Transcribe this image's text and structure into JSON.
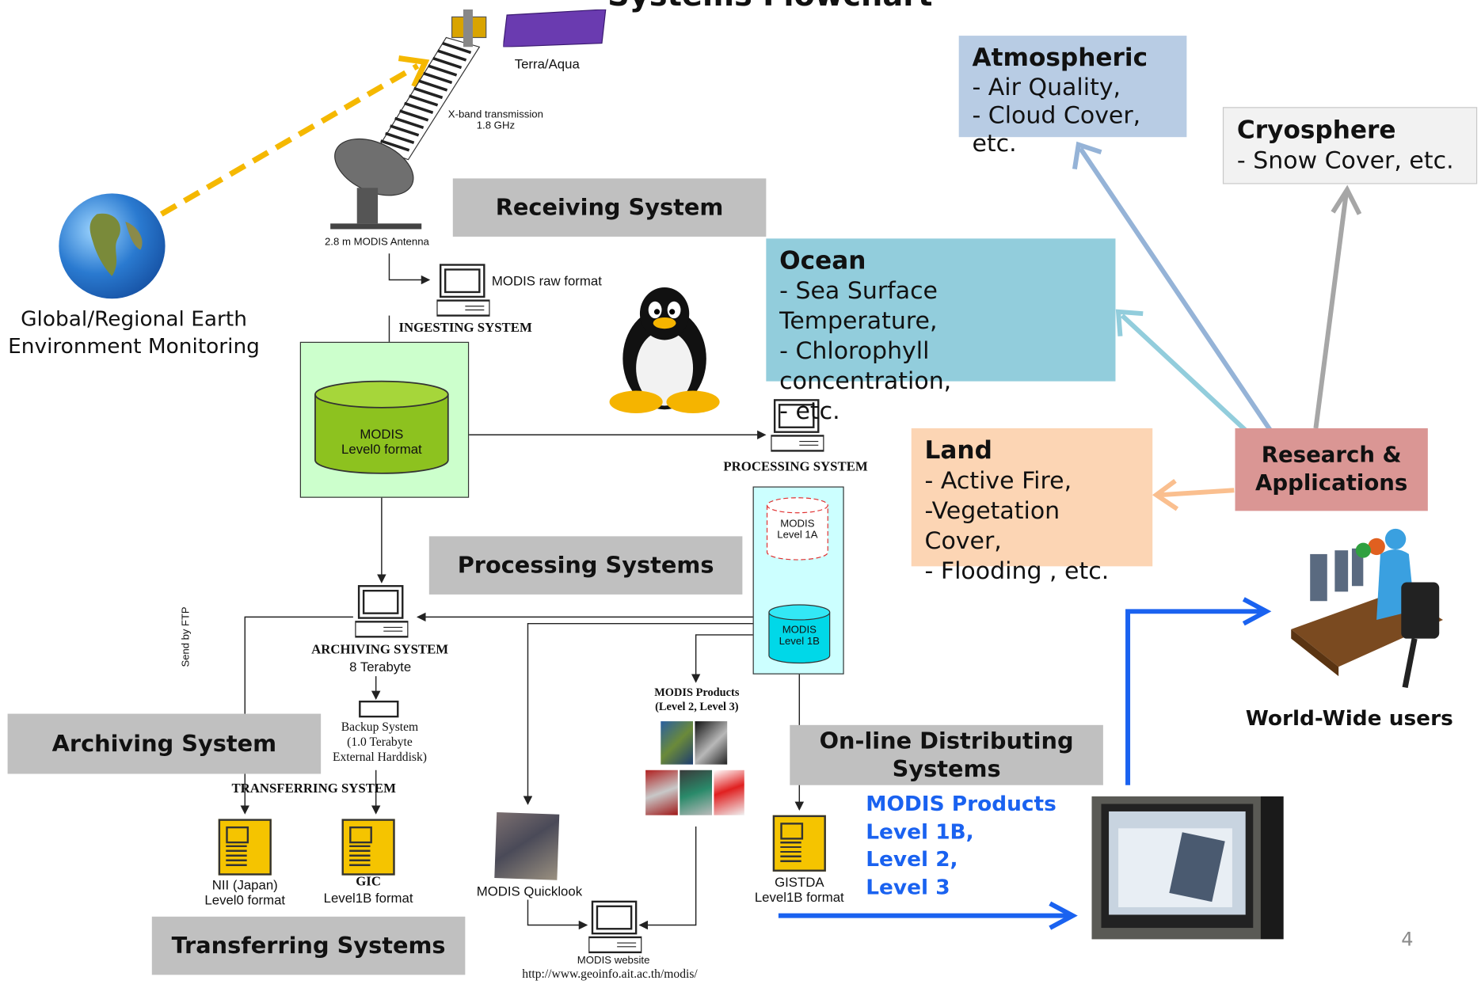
{
  "title": "Systems Flowchart",
  "satellite": {
    "label": "Terra/Aqua",
    "transmission_line1": "X-band transmission",
    "transmission_line2": "1.8 GHz"
  },
  "antenna": {
    "label": "2.8 m MODIS Antenna"
  },
  "earth": {
    "line1": "Global/Regional Earth",
    "line2": "Environment Monitoring"
  },
  "sections": {
    "receiving": "Receiving System",
    "processing": "Processing Systems",
    "archiving": "Archiving System",
    "transferring": "Transferring Systems",
    "online_line1": "On-line Distributing",
    "online_line2": "Systems"
  },
  "ingest": {
    "raw_label": "MODIS raw format",
    "system": "INGESTING SYSTEM",
    "db_line1": "MODIS",
    "db_line2": "Level0 format"
  },
  "processing": {
    "system": "PROCESSING SYSTEM",
    "l1a_line1": "MODIS",
    "l1a_line2": "Level 1A",
    "l1b_line1": "MODIS",
    "l1b_line2": "Level 1B"
  },
  "archiving": {
    "system": "ARCHIVING SYSTEM",
    "capacity": "8 Terabyte",
    "backup_line1": "Backup System",
    "backup_line2": "(1.0 Terabyte",
    "backup_line3": "External Harddisk)",
    "ftp": "Send by FTP"
  },
  "transferring": {
    "system": "TRANSFERRING SYSTEM",
    "nii_name": "NII (Japan)",
    "nii_format": "Level0 format",
    "gic_name": "GIC",
    "gic_format": "Level1B format"
  },
  "products": {
    "line1": "MODIS Products",
    "line2": "(Level 2, Level 3)"
  },
  "quicklook": "MODIS Quicklook",
  "website": {
    "label": "MODIS website",
    "url": "http://www.geoinfo.ait.ac.th/modis/"
  },
  "gistda": {
    "name": "GISTDA",
    "format": "Level1B format"
  },
  "blue_products": [
    "MODIS Products",
    "Level 1B,",
    "Level 2,",
    "Level 3"
  ],
  "categories": {
    "atmospheric": {
      "title": "Atmospheric",
      "lines": [
        "- Air Quality,",
        "- Cloud Cover, etc."
      ],
      "color": "#b8cce4"
    },
    "cryosphere": {
      "title": "Cryosphere",
      "lines": [
        "- Snow Cover, etc."
      ],
      "color": "#f2f2f2"
    },
    "ocean": {
      "title": "Ocean",
      "lines": [
        "- Sea Surface Temperature,",
        "- Chlorophyll concentration,",
        "- etc."
      ],
      "color": "#92cddc"
    },
    "land": {
      "title": "Land",
      "lines": [
        "- Active Fire,",
        "-Vegetation Cover,",
        "- Flooding , etc."
      ],
      "color": "#fcd5b4"
    }
  },
  "research": {
    "line1": "Research &",
    "line2": "Applications",
    "color": "#da9694"
  },
  "users": "World-Wide users",
  "page_number": "4"
}
